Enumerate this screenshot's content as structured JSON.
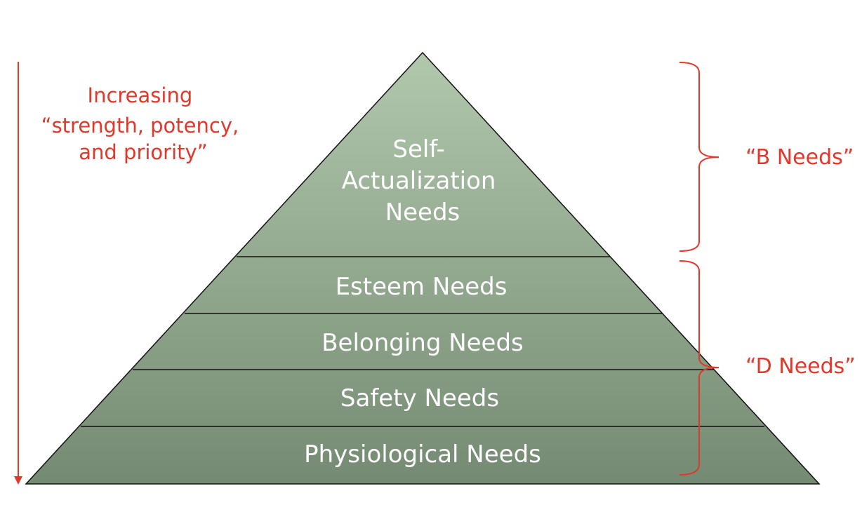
{
  "diagram": {
    "layers": [
      {
        "id": "self-actualization",
        "lines": [
          "Self-",
          "Actualization",
          "Needs"
        ]
      },
      {
        "id": "esteem",
        "lines": [
          "Esteem Needs"
        ]
      },
      {
        "id": "belonging",
        "lines": [
          "Belonging Needs"
        ]
      },
      {
        "id": "safety",
        "lines": [
          "Safety Needs"
        ]
      },
      {
        "id": "physiological",
        "lines": [
          "Physiological Needs"
        ]
      }
    ],
    "arrow_label": {
      "lines": [
        "Increasing",
        "“strength, potency,",
        "and priority”"
      ]
    },
    "groups": {
      "b_needs": "“B Needs”",
      "d_needs": "“D Needs”"
    },
    "colors": {
      "pyramid_top": "#b2c8ad",
      "pyramid_bottom": "#748a72",
      "outline": "#111111",
      "annotation": "#e0382b",
      "layer_text": "#ffffff"
    }
  }
}
